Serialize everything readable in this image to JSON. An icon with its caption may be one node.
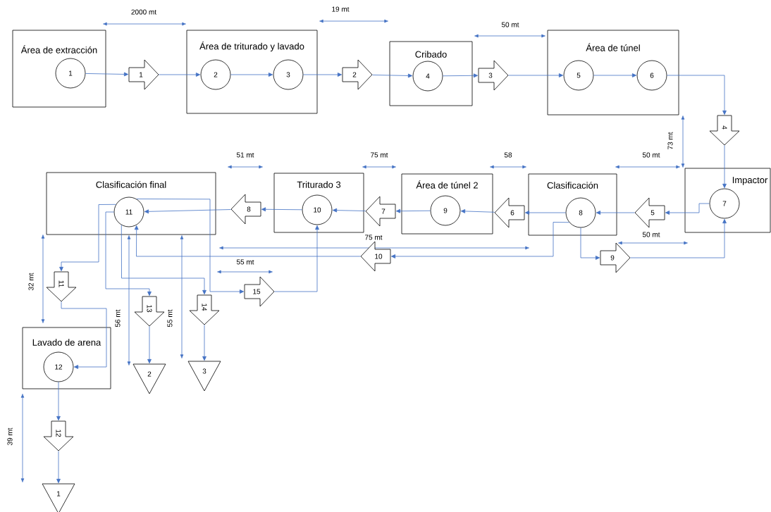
{
  "diagram": {
    "nodes": [
      {
        "text": [
          "Área de extracción"
        ]
      },
      {
        "text": [
          "1"
        ],
        "in": 0
      },
      {
        "text": [
          "1"
        ]
      },
      {
        "text": [
          "Área de triturado y lavado"
        ]
      },
      {
        "text": [
          "2"
        ],
        "in": 3
      },
      {
        "text": [
          "3"
        ],
        "in": 3
      },
      {
        "text": [
          "2"
        ]
      },
      {
        "text": [
          "Cribado"
        ]
      },
      {
        "text": [
          "4"
        ],
        "in": 7
      },
      {
        "text": [
          "3"
        ]
      },
      {
        "text": [
          "Área de túnel"
        ]
      },
      {
        "text": [
          "5"
        ],
        "in": 10
      },
      {
        "text": [
          "6"
        ],
        "in": 10
      },
      {
        "text": [
          "4"
        ]
      },
      {
        "text": [
          "Impactor"
        ]
      },
      {
        "text": [
          "7"
        ],
        "in": 14
      },
      {
        "text": [
          "5"
        ]
      },
      {
        "text": [
          "Clasificación"
        ]
      },
      {
        "text": [
          "8"
        ],
        "in": 17
      },
      {
        "text": [
          "6"
        ]
      },
      {
        "text": [
          "Área de túnel 2"
        ]
      },
      {
        "text": [
          "9"
        ],
        "in": 20
      },
      {
        "text": [
          "7"
        ]
      },
      {
        "text": [
          "Triturado 3"
        ]
      },
      {
        "text": [
          "10"
        ],
        "in": 23
      },
      {
        "text": [
          "8"
        ]
      },
      {
        "text": [
          "Clasificación final"
        ]
      },
      {
        "text": [
          "11"
        ],
        "in": 26
      },
      {
        "text": [
          "9"
        ]
      },
      {
        "text": [
          "10"
        ]
      },
      {
        "text": [
          "11"
        ]
      },
      {
        "text": [
          "13"
        ]
      },
      {
        "text": [
          "14"
        ]
      },
      {
        "text": [
          "15"
        ]
      },
      {
        "text": [
          "Lavado de arena"
        ]
      },
      {
        "text": [
          "12"
        ],
        "in": 34
      },
      {
        "text": [
          "2"
        ]
      },
      {
        "text": [
          "3"
        ]
      },
      {
        "text": [
          "12"
        ]
      },
      {
        "text": [
          "1"
        ]
      }
    ],
    "edges": [
      {
        "from": 1,
        "to": 2,
        "arrow": "to"
      },
      {
        "from": 2,
        "to": 4,
        "arrow": "to"
      },
      {
        "from": 4,
        "to": 5,
        "arrow": "to"
      },
      {
        "from": 5,
        "to": 6,
        "arrow": "to"
      },
      {
        "from": 6,
        "to": 8,
        "arrow": "to"
      },
      {
        "from": 8,
        "to": 9,
        "arrow": "to"
      },
      {
        "from": 9,
        "to": 11,
        "arrow": "to"
      },
      {
        "from": 11,
        "to": 12,
        "arrow": "to"
      },
      {
        "from": 12,
        "to": 13,
        "arrow": "to"
      },
      {
        "from": 13,
        "to": 15,
        "arrow": "to"
      },
      {
        "from": 15,
        "to": 16,
        "arrow": "to"
      },
      {
        "from": 16,
        "to": 18,
        "arrow": "to"
      },
      {
        "from": 18,
        "to": 19,
        "arrow": "to"
      },
      {
        "from": 19,
        "to": 21,
        "arrow": "to"
      },
      {
        "from": 21,
        "to": 22,
        "arrow": "to"
      },
      {
        "from": 22,
        "to": 24,
        "arrow": "to"
      },
      {
        "from": 24,
        "to": 25,
        "arrow": "to"
      },
      {
        "from": 25,
        "to": 27,
        "arrow": "to"
      },
      {
        "from": 18,
        "to": 28,
        "arrow": "to"
      },
      {
        "from": 28,
        "to": 15,
        "arrow": "to"
      },
      {
        "from": 18,
        "to": 29,
        "arrow": "to"
      },
      {
        "from": 29,
        "to": 27,
        "arrow": "to"
      },
      {
        "from": 27,
        "to": 30,
        "arrow": "to"
      },
      {
        "from": 27,
        "to": 31,
        "arrow": "to"
      },
      {
        "from": 27,
        "to": 32,
        "arrow": "to"
      },
      {
        "from": 27,
        "to": 33,
        "arrow": "to"
      },
      {
        "from": 33,
        "to": 24,
        "arrow": "to"
      },
      {
        "from": 30,
        "to": 35,
        "arrow": "to"
      },
      {
        "from": 31,
        "to": 36,
        "arrow": "to"
      },
      {
        "from": 32,
        "to": 37,
        "arrow": "to"
      },
      {
        "from": 35,
        "to": 38,
        "arrow": "to"
      },
      {
        "from": 38,
        "to": 39,
        "arrow": "to"
      }
    ],
    "labels": [
      "2000 mt",
      "19 mt",
      "50 mt",
      "73 mt",
      "51 mt",
      "75 mt",
      "58",
      "50 mt",
      "75 mt",
      "50 mt",
      "55 mt",
      "32 mt",
      "56 mt",
      "55 mt",
      "39 mt"
    ]
  }
}
